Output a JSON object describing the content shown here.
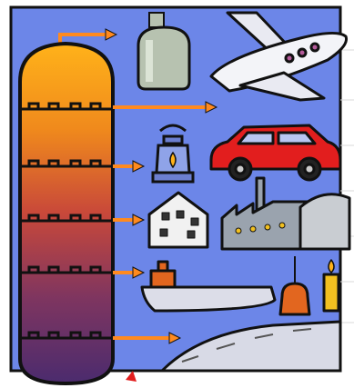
{
  "colors": {
    "background": "#6C86E8",
    "column_top": "#FFB21A",
    "column_mid": "#E2641A",
    "column_low": "#9C3C52",
    "column_bottom": "#4B2B6E",
    "arrow": "#FF8A1F",
    "outline": "#111111",
    "car": "#E21E1E",
    "oil_can": "#E2661F",
    "candle": "#F2C020",
    "factory": "#9AA3AE",
    "plane": "#F3F4F8",
    "gas_cylinder": "#B7C2B0"
  },
  "illustration": {
    "column": "distillation-column",
    "products": [
      {
        "name": "gas-cylinder"
      },
      {
        "name": "airplane"
      },
      {
        "name": "lantern"
      },
      {
        "name": "car"
      },
      {
        "name": "house"
      },
      {
        "name": "factory"
      },
      {
        "name": "ship"
      },
      {
        "name": "oil-can"
      },
      {
        "name": "candle"
      },
      {
        "name": "road"
      }
    ]
  }
}
